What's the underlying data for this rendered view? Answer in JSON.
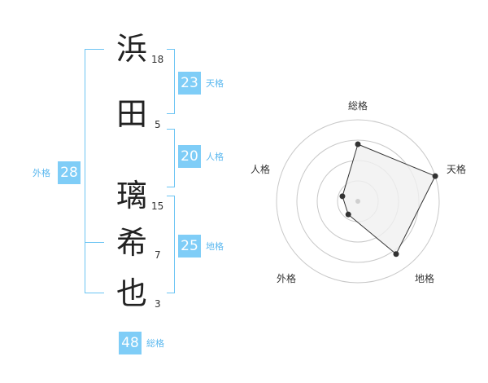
{
  "name": {
    "characters": [
      {
        "char": "浜",
        "strokes": "18"
      },
      {
        "char": "田",
        "strokes": "5"
      },
      {
        "char": "璃",
        "strokes": "15"
      },
      {
        "char": "希",
        "strokes": "7"
      },
      {
        "char": "也",
        "strokes": "3"
      }
    ]
  },
  "fortune": {
    "tenkaku": {
      "value": "23",
      "label": "天格"
    },
    "jinkaku": {
      "value": "20",
      "label": "人格"
    },
    "chikaku": {
      "value": "25",
      "label": "地格"
    },
    "gaikaku": {
      "value": "28",
      "label": "外格"
    },
    "soukaku": {
      "value": "48",
      "label": "総格"
    }
  },
  "colors": {
    "accent": "#7fcdf7",
    "bracket": "#6cc4f3",
    "label": "#5bb8ef",
    "radar_fill": "#f0f0f0",
    "radar_ring": "#c8c8c8"
  },
  "chart_data": {
    "type": "radar",
    "axes": [
      "総格",
      "天格",
      "地格",
      "外格",
      "人格"
    ],
    "values": [
      0.7,
      1.0,
      0.8,
      0.2,
      0.2
    ],
    "range": [
      0,
      1
    ],
    "rings": 4,
    "grid": true
  }
}
